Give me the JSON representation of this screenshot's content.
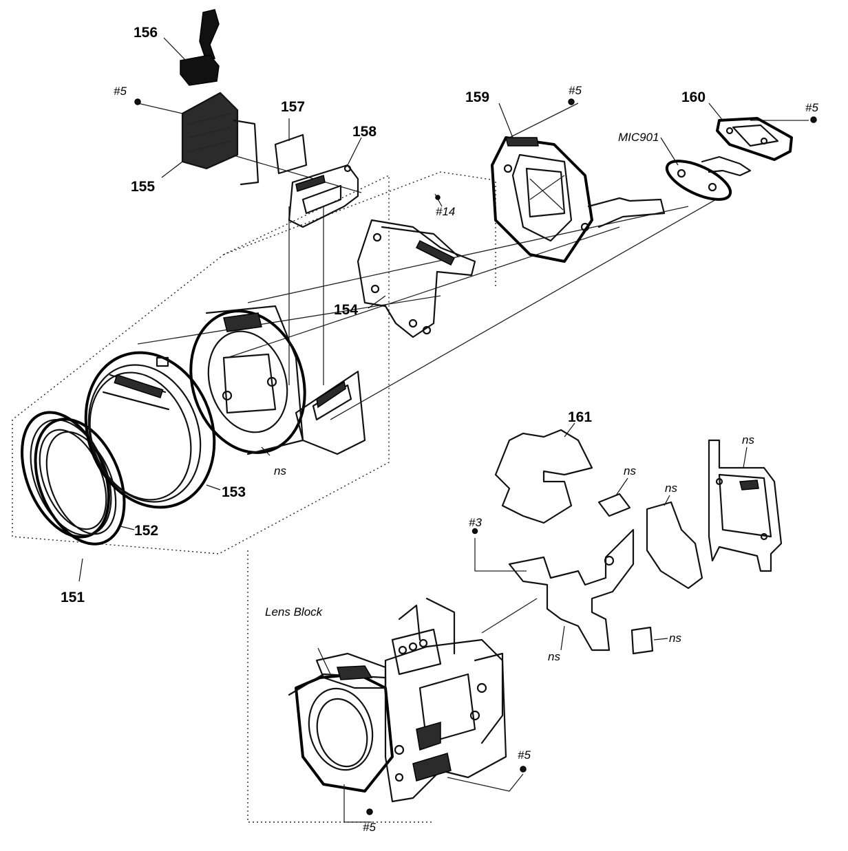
{
  "labels": {
    "p151": "151",
    "p152": "152",
    "p153": "153",
    "p154": "154",
    "p155": "155",
    "p156": "156",
    "p157": "157",
    "p158": "158",
    "p159": "159",
    "p160": "160",
    "p161": "161",
    "mic901": "MIC901",
    "lens_block": "Lens Block",
    "screw_5": "#5",
    "screw_14": "#14",
    "screw_3": "#3",
    "ns": "ns"
  }
}
